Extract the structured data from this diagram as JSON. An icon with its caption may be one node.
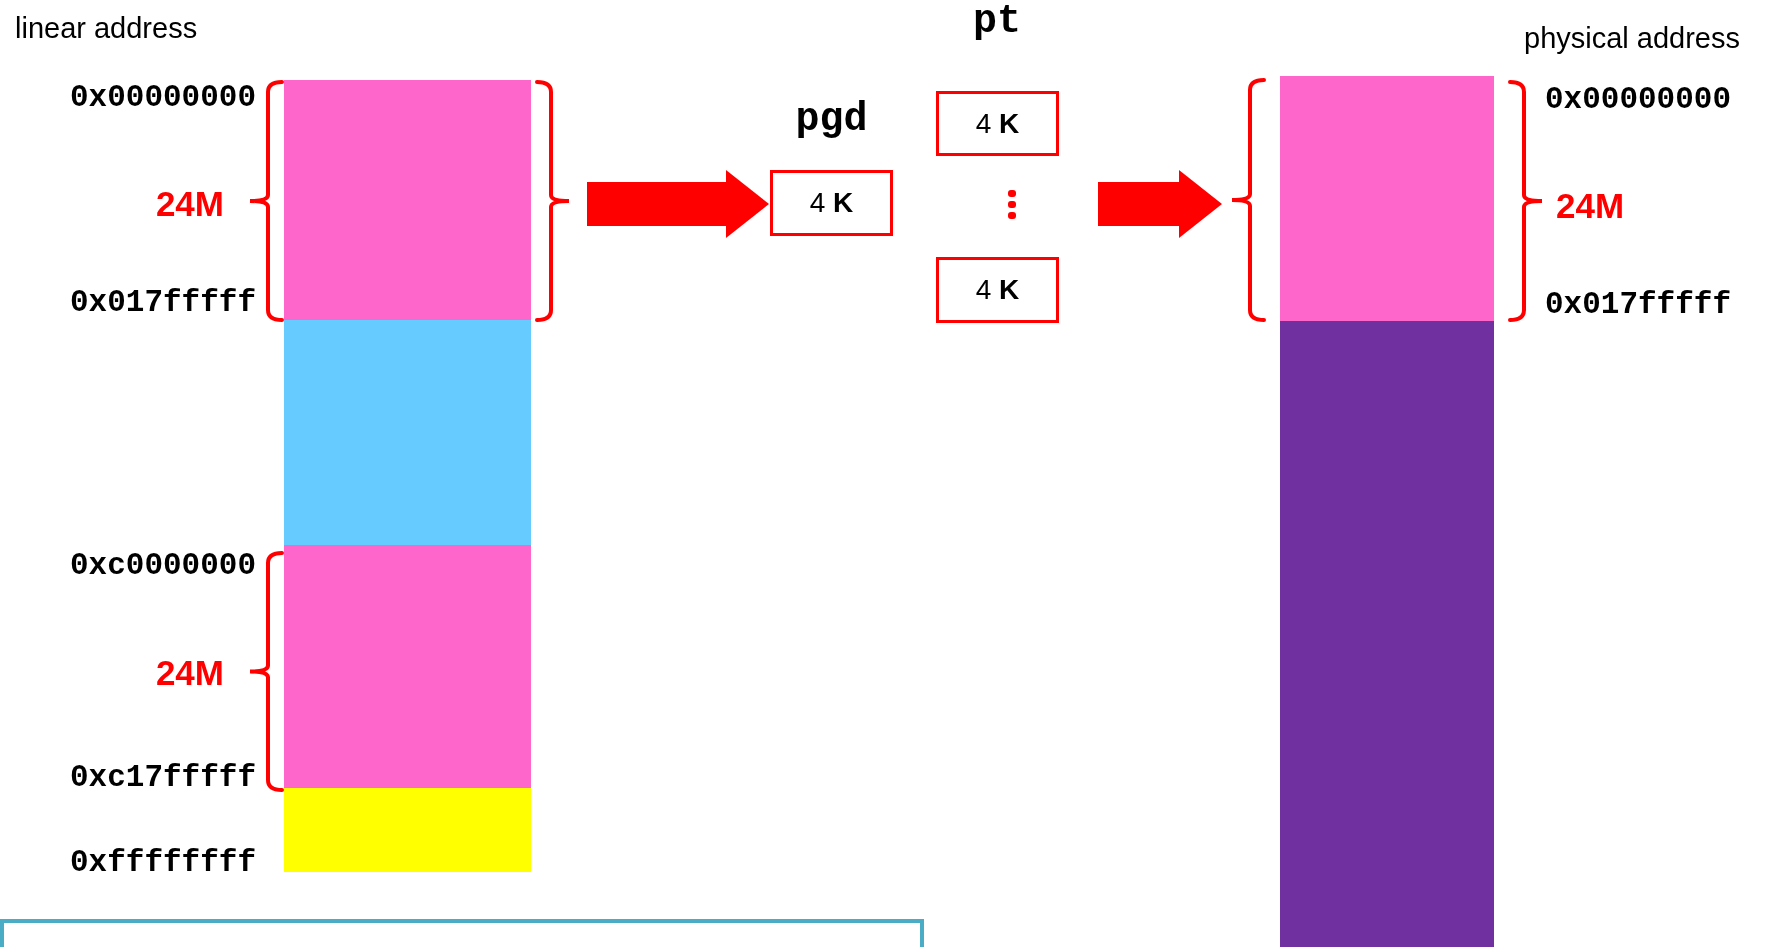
{
  "diagram": {
    "nodes": [
      {
        "text": [],
        "shape": "box"
      },
      {
        "text": [],
        "shape": "box"
      },
      {
        "text": [],
        "shape": "box"
      },
      {
        "text": [],
        "shape": "box"
      },
      {
        "text": [
          "pgd",
          "4 **K**"
        ]
      },
      {
        "text": [
          "4 **K**"
        ]
      },
      {
        "text": [
          "4 **K**"
        ]
      },
      {
        "text": [],
        "shape": "box"
      },
      {
        "text": [],
        "shape": "box"
      },
      {
        "text": [],
        "shape": "box"
      }
    ],
    "edges": [
      {
        "from": null,
        "to": 4,
        "arrow": "to"
      },
      {
        "from": null,
        "to": 7,
        "arrow": "to"
      }
    ],
    "labels": [
      "linear address",
      "0x00000000",
      "24M",
      "0x017fffff",
      "0xc0000000",
      "24M",
      "0xc17fffff",
      "0xffffffff",
      "pt",
      "physical address",
      "0x00000000",
      "24M",
      "0x017fffff"
    ]
  }
}
